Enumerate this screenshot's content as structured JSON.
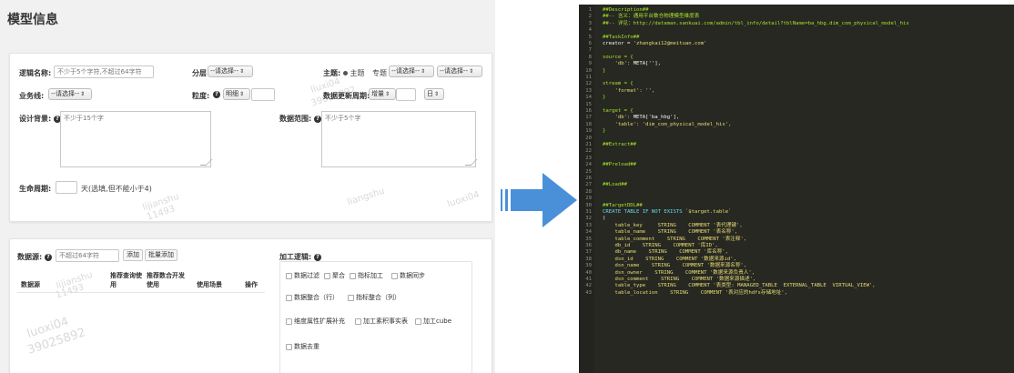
{
  "page_title": "模型信息",
  "watermarks": [
    "liuxi04",
    "39025892",
    "lijianshu",
    "11493",
    "liangshu",
    "luoxi04"
  ],
  "basic": {
    "logic_name_label": "逻辑名称:",
    "logic_name_placeholder": "不少于5个字符,不超过64字符",
    "layer_label": "分层",
    "layer_select": "--请选择--",
    "subject_label": "主题:",
    "subject_radio": "主题",
    "topic_label": "专题",
    "topic_select1": "--请选择--",
    "topic_select2": "--请选择--",
    "biz_line_label": "业务线:",
    "biz_line_select": "--请选择--",
    "granularity_label": "粒度:",
    "granularity_select": "明细",
    "update_cycle_label": "数据更新周期:",
    "update_mode_select": "增量",
    "update_unit_select": "日",
    "background_label": "设计背景:",
    "background_placeholder": "不少于15个字",
    "scope_label": "数据范围:",
    "scope_placeholder": "不少于5个字",
    "lifecycle_label": "生命周期:",
    "lifecycle_hint": "天(选填,但不能小于4)"
  },
  "source": {
    "label": "数据源:",
    "placeholder": "不超过64字符",
    "add_button": "添加",
    "batch_add_button": "批量添加",
    "columns": [
      "数据源",
      "推荐查询使用",
      "推荐数合开发使用",
      "使用场景",
      "操作"
    ]
  },
  "process": {
    "label": "加工逻辑:",
    "options": [
      [
        "数据过滤",
        "聚合",
        "指标加工",
        "数据同步"
      ],
      [
        "数据整合（行）",
        "指标整合（列）"
      ],
      [
        "维度属性扩展补充",
        "加工素积事实表",
        "加工cube"
      ],
      [
        "数据去重"
      ]
    ]
  },
  "editor": {
    "lines": [
      [
        {
          "t": "##Description##",
          "c": "comment"
        }
      ],
      [
        {
          "t": "##-- 含义：通用平台数仓物理模型维度表",
          "c": "comment"
        }
      ],
      [
        {
          "t": "##-- 详见：http://dataman.sankuai.com/admin/tbl_info/detail?tblName=ba_hbg.dim_com_physical_model_his",
          "c": "comment"
        }
      ],
      [],
      [
        {
          "t": "##TaskInfo##",
          "c": "comment"
        }
      ],
      [
        {
          "t": "creator = ",
          "c": "plain"
        },
        {
          "t": "'zhangkai12@meituan.com'",
          "c": "str"
        }
      ],
      [],
      [
        {
          "t": "source = {",
          "c": "var"
        }
      ],
      [
        {
          "t": "    'db': ",
          "c": "str"
        },
        {
          "t": "META['']",
          "c": "plain"
        },
        {
          "t": ",",
          "c": "plain"
        }
      ],
      [
        {
          "t": "}",
          "c": "var"
        }
      ],
      [],
      [
        {
          "t": "stream = {",
          "c": "var"
        }
      ],
      [
        {
          "t": "    'format': '',",
          "c": "str"
        }
      ],
      [
        {
          "t": "}",
          "c": "var"
        }
      ],
      [],
      [
        {
          "t": "target = {",
          "c": "var"
        }
      ],
      [
        {
          "t": "    'db': ",
          "c": "str"
        },
        {
          "t": "META['ba_hbg']",
          "c": "plain"
        },
        {
          "t": ",",
          "c": "plain"
        }
      ],
      [
        {
          "t": "    'table': 'dim_com_physical_model_his',",
          "c": "str"
        }
      ],
      [
        {
          "t": "}",
          "c": "var"
        }
      ],
      [],
      [
        {
          "t": "##Extract##",
          "c": "comment"
        }
      ],
      [],
      [],
      [
        {
          "t": "##Preload##",
          "c": "comment"
        }
      ],
      [],
      [],
      [
        {
          "t": "##Load##",
          "c": "comment"
        }
      ],
      [],
      [],
      [
        {
          "t": "##TargetDDL##",
          "c": "comment"
        }
      ],
      [
        {
          "t": "CREATE TABLE IF NOT EXISTS ",
          "c": "key"
        },
        {
          "t": "`$target.table`",
          "c": "str"
        }
      ],
      [
        {
          "t": "(",
          "c": "plain"
        }
      ],
      [
        {
          "t": "    table_key     STRING    COMMENT '表代理键',",
          "c": "str"
        }
      ],
      [
        {
          "t": "    table_name    STRING    COMMENT '表名称',",
          "c": "str"
        }
      ],
      [
        {
          "t": "    table_comment    STRING    COMMENT '表注释',",
          "c": "str"
        }
      ],
      [
        {
          "t": "    db_id    STRING    COMMENT '库ID',",
          "c": "str"
        }
      ],
      [
        {
          "t": "    db_name    STRING    COMMENT '库名称',",
          "c": "str"
        }
      ],
      [
        {
          "t": "    dsn_id    STRING    COMMENT '数据来源id',",
          "c": "str"
        }
      ],
      [
        {
          "t": "    dsn_name    STRING    COMMENT '数据来源名称',",
          "c": "str"
        }
      ],
      [
        {
          "t": "    dsn_owner    STRING    COMMENT '数据来源负责人',",
          "c": "str"
        }
      ],
      [
        {
          "t": "    dsn_comment    STRING    COMMENT '数据来源描述',",
          "c": "str"
        }
      ],
      [
        {
          "t": "    table_type    STRING    COMMENT '表类型: MANAGED_TABLE  EXTERNAL_TABLE  VIRTUAL_VIEW',",
          "c": "str"
        }
      ],
      [
        {
          "t": "    table_location    STRING    COMMENT '表对应的hdfs存储地址',",
          "c": "str"
        }
      ]
    ]
  },
  "colors": {
    "editor_bg": "#272822",
    "arrow_blue": "#4a90d9",
    "comment_green": "#a6e22e",
    "string_yellow": "#e6db74"
  }
}
